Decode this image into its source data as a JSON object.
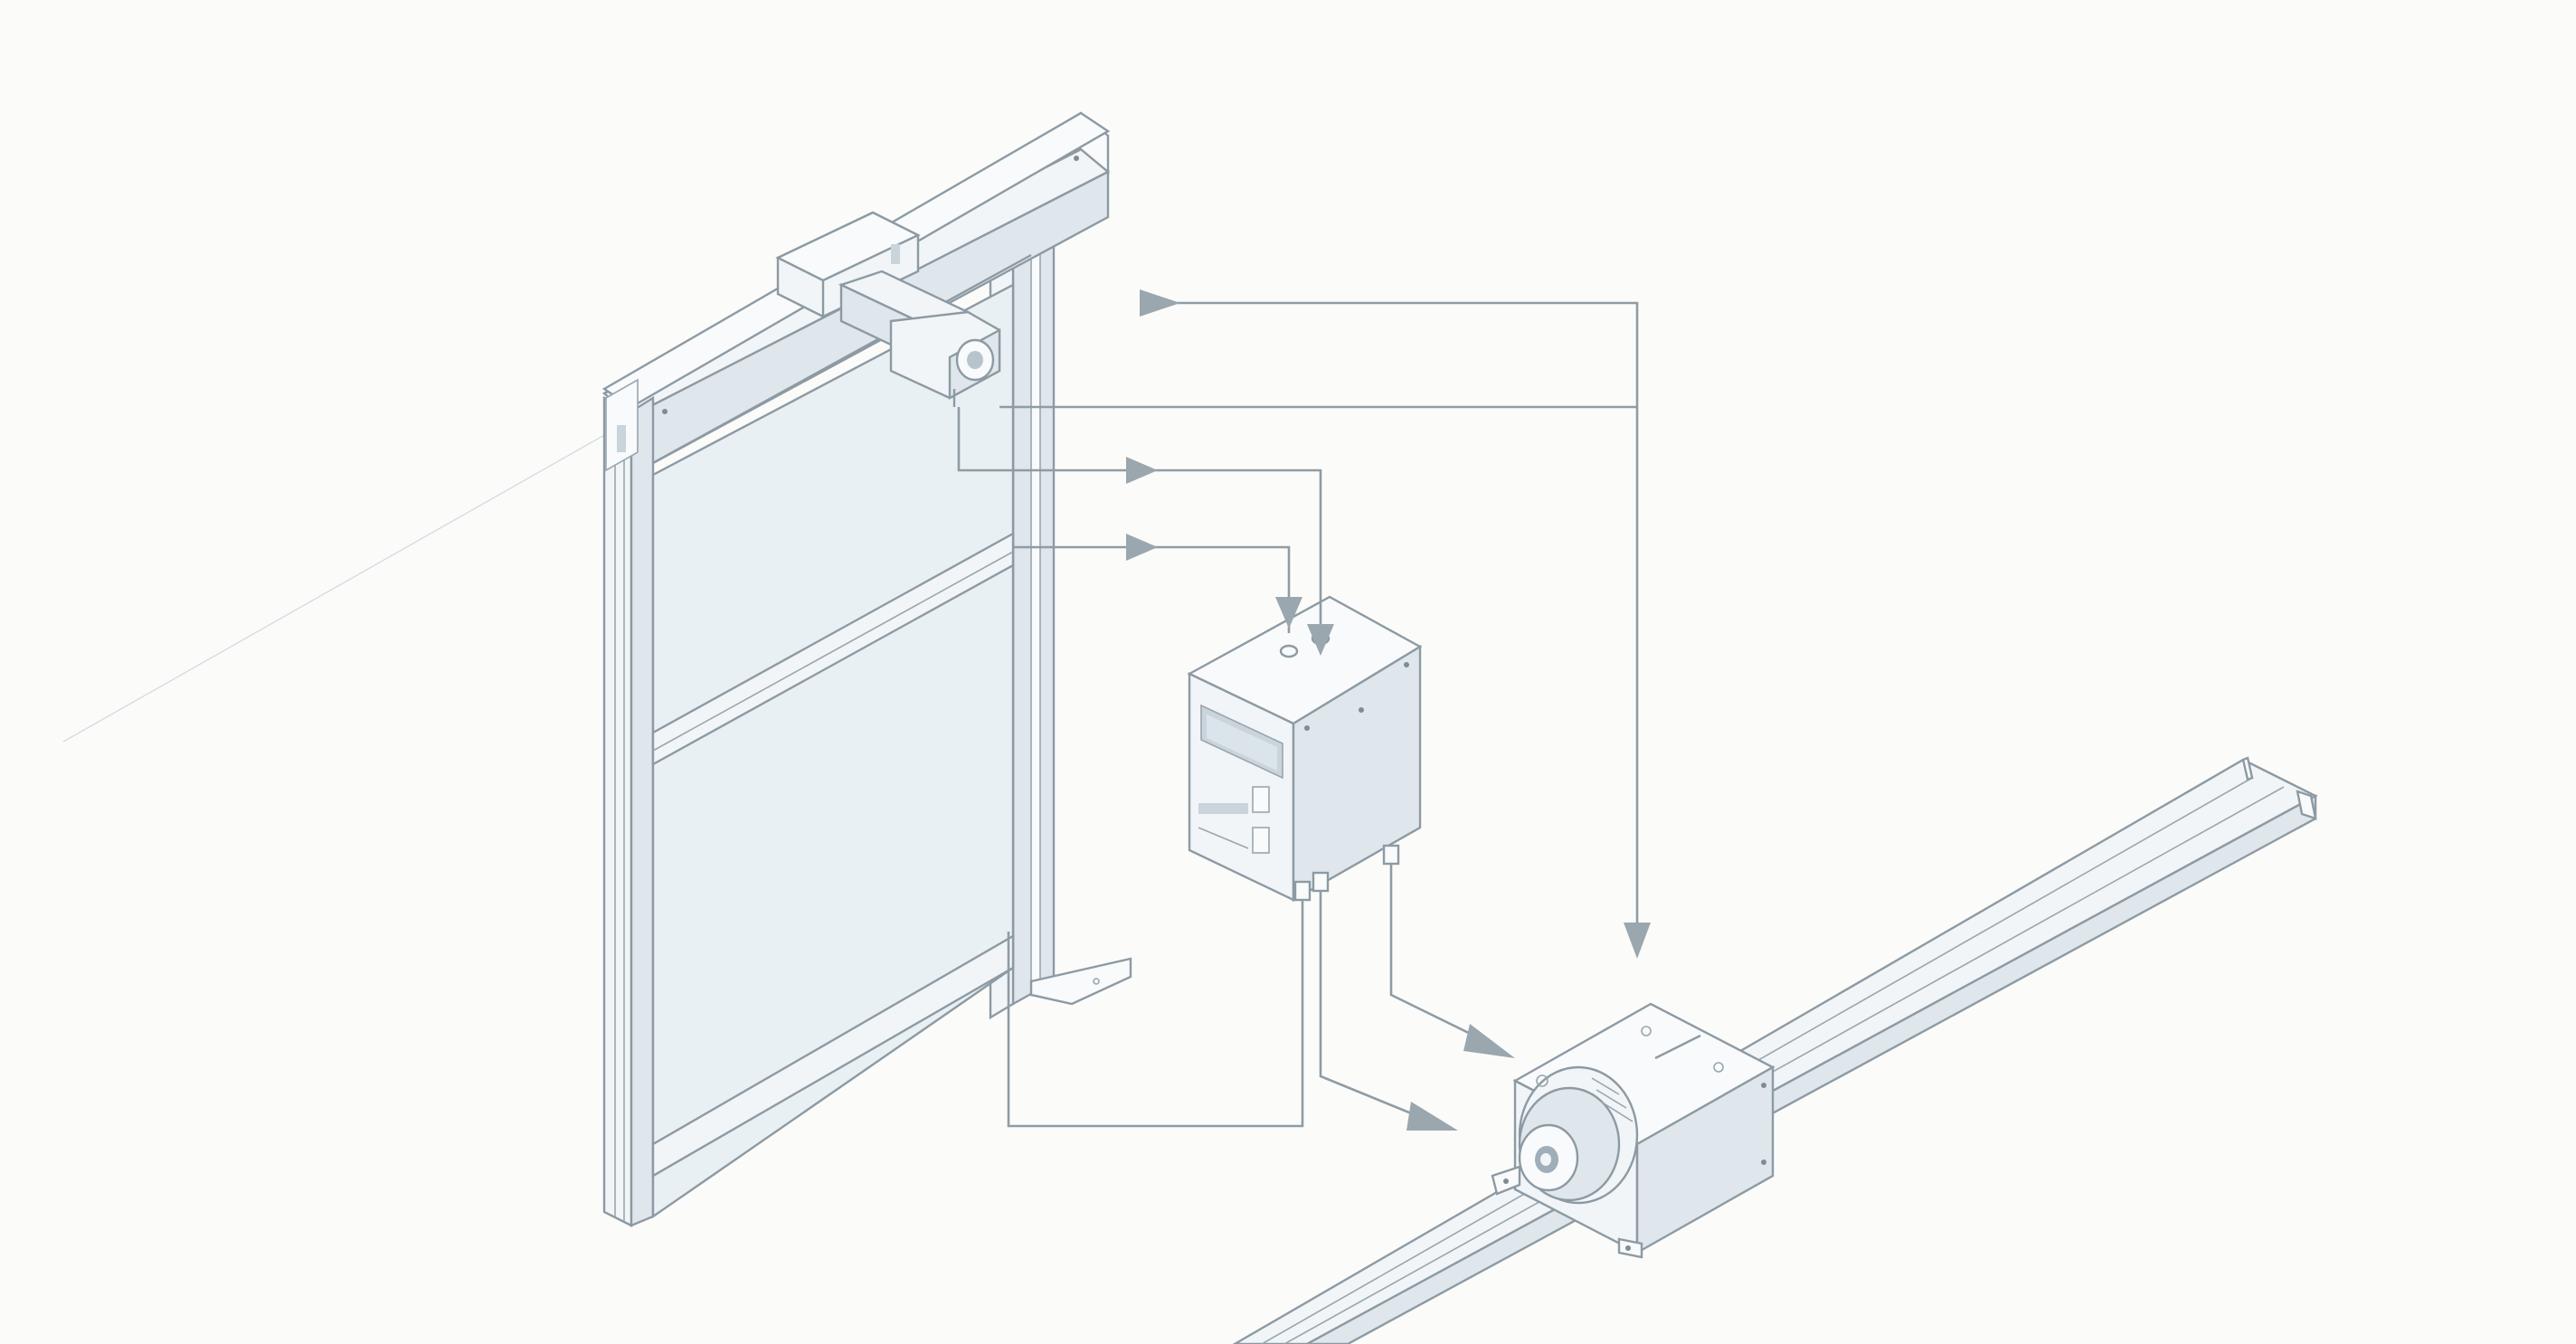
{
  "diagram": {
    "nodes": [
      {
        "id": "door",
        "kind": "sliding-door-frame",
        "label": ""
      },
      {
        "id": "sensor",
        "kind": "camera-sensor",
        "label": ""
      },
      {
        "id": "controller",
        "kind": "control-box",
        "label": ""
      },
      {
        "id": "drive",
        "kind": "linear-rail-motor",
        "label": ""
      }
    ],
    "edges": [
      {
        "from": "drive",
        "to": "sensor",
        "arrow": "to-sensor"
      },
      {
        "from": "sensor",
        "to": "drive",
        "arrow": "to-drive"
      },
      {
        "from": "sensor",
        "to": "controller",
        "arrow": "to-controller"
      },
      {
        "from": "door",
        "to": "controller",
        "arrow": "to-controller"
      },
      {
        "from": "controller",
        "to": "drive",
        "arrow": "to-drive"
      },
      {
        "from": "controller",
        "to": "drive",
        "arrow": "to-drive"
      },
      {
        "from": "controller",
        "to": "door",
        "arrow": "none"
      }
    ],
    "colors": {
      "background": "#fbfcfa",
      "line": "#8d9aa3",
      "arrow": "#9aa7af",
      "panel": "#e9f0f4"
    }
  }
}
